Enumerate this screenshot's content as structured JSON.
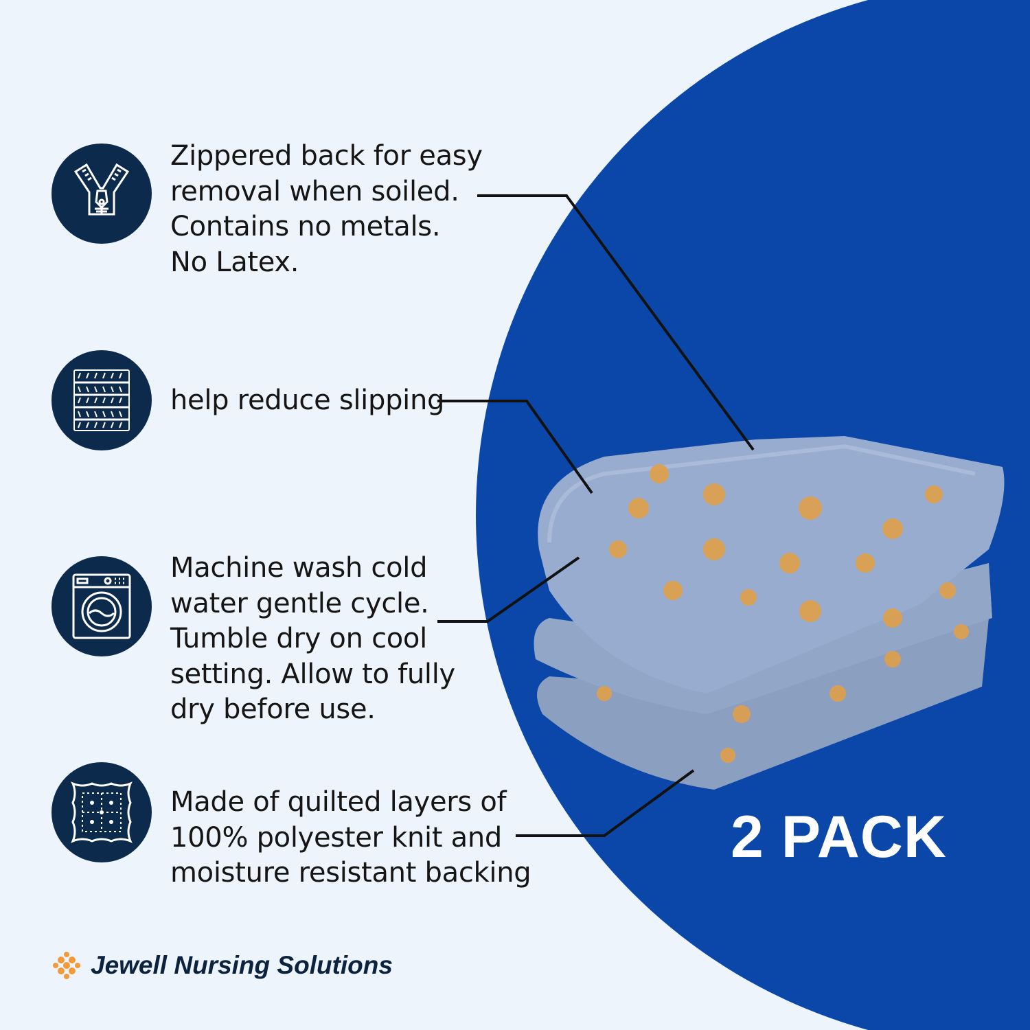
{
  "features": [
    {
      "icon": "zipper-icon",
      "lines": [
        "Zippered back for easy",
        "removal when soiled.",
        "Contains no metals.",
        "No Latex."
      ]
    },
    {
      "icon": "non-slip-grip-icon",
      "lines": [
        "help reduce slipping"
      ]
    },
    {
      "icon": "washing-machine-icon",
      "lines": [
        "Machine wash cold",
        "water gentle cycle.",
        "Tumble dry on cool",
        "setting. Allow to fully",
        "dry before use."
      ]
    },
    {
      "icon": "quilted-fabric-icon",
      "lines": [
        "Made of quilted layers of",
        "100% polyester knit and",
        "moisture resistant backing"
      ]
    }
  ],
  "badge": "2 PACK",
  "brand": "Jewell Nursing Solutions",
  "colors": {
    "background": "#eef4fc",
    "circle": "#0a47a8",
    "icon_bg": "#0c2a4c",
    "accent": "#f29a38"
  }
}
